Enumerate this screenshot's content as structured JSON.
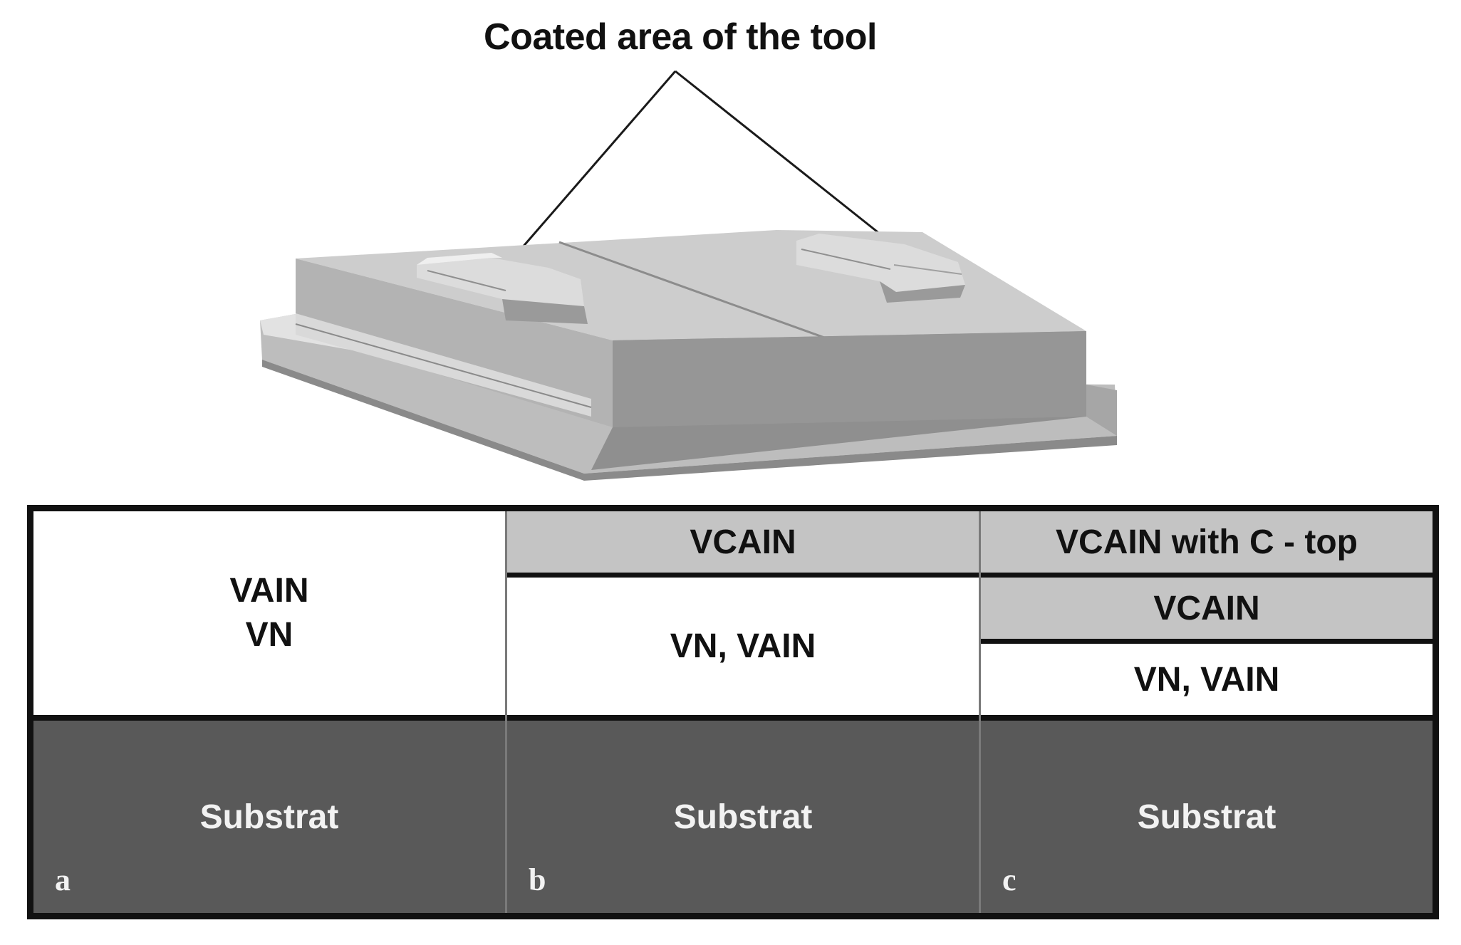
{
  "callout": {
    "label": "Coated area of the tool"
  },
  "panels": {
    "a": {
      "letter": "a",
      "coating_line1": "VAIN",
      "coating_line2": "VN",
      "substrate": "Substrat"
    },
    "b": {
      "letter": "b",
      "top_layer": "VCAIN",
      "base_layer": "VN, VAIN",
      "substrate": "Substrat"
    },
    "c": {
      "letter": "c",
      "top_layer": "VCAIN with C - top",
      "middle_layer": "VCAIN",
      "base_layer": "VN, VAIN",
      "substrate": "Substrat"
    }
  },
  "colors": {
    "coating_gray": "#c4c4c4",
    "substrate": "#595959",
    "tool_light": "#cfcfcf",
    "tool_dark": "#8f8f8f"
  }
}
